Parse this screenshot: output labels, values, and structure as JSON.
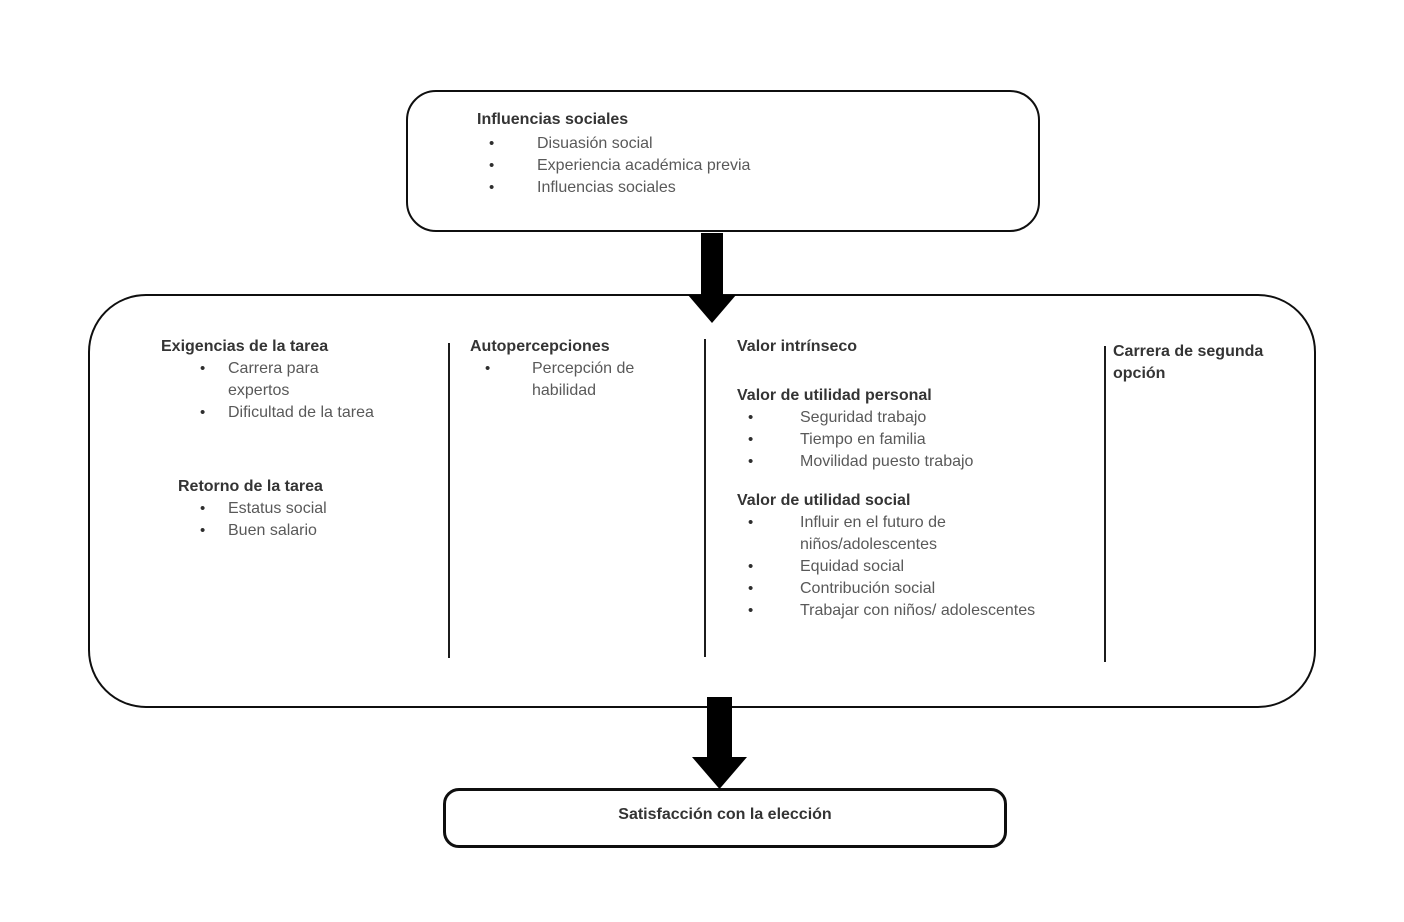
{
  "glyphs": {
    "bullet": "•"
  },
  "colors": {
    "background": "#ffffff",
    "border": "#0f0f0f",
    "heading_text": "#343434",
    "body_text": "#595959",
    "arrow": "#000000"
  },
  "diagram": {
    "top_box": {
      "title": "Influencias sociales",
      "items": [
        "Disuasión social",
        "Experiencia académica previa",
        "Influencias sociales"
      ]
    },
    "middle_box": {
      "columns": [
        {
          "name": "exigencias-y-retorno",
          "sections": [
            {
              "title": "Exigencias de la tarea",
              "items": [
                "Carrera para expertos",
                "Dificultad de la tarea"
              ]
            },
            {
              "title": "Retorno de la tarea",
              "items": [
                "Estatus social",
                "Buen salario"
              ]
            }
          ]
        },
        {
          "name": "autopercepciones",
          "sections": [
            {
              "title": "Autopercepciones",
              "items": [
                "Percepción de habilidad"
              ]
            }
          ]
        },
        {
          "name": "valores",
          "sections": [
            {
              "title": "Valor intrínseco",
              "items": []
            },
            {
              "title": "Valor de utilidad personal",
              "items": [
                "Seguridad trabajo",
                "Tiempo en familia",
                "Movilidad puesto trabajo"
              ]
            },
            {
              "title": "Valor de utilidad social",
              "items": [
                "Influir en el futuro de niños/adolescentes",
                "Equidad social",
                "Contribución social",
                "Trabajar con niños/ adolescentes"
              ]
            }
          ]
        },
        {
          "name": "carrera-segunda-opcion",
          "sections": [
            {
              "title": "Carrera de segunda opción",
              "items": []
            }
          ]
        }
      ]
    },
    "bottom_box": {
      "title": "Satisfacción con la elección"
    }
  }
}
